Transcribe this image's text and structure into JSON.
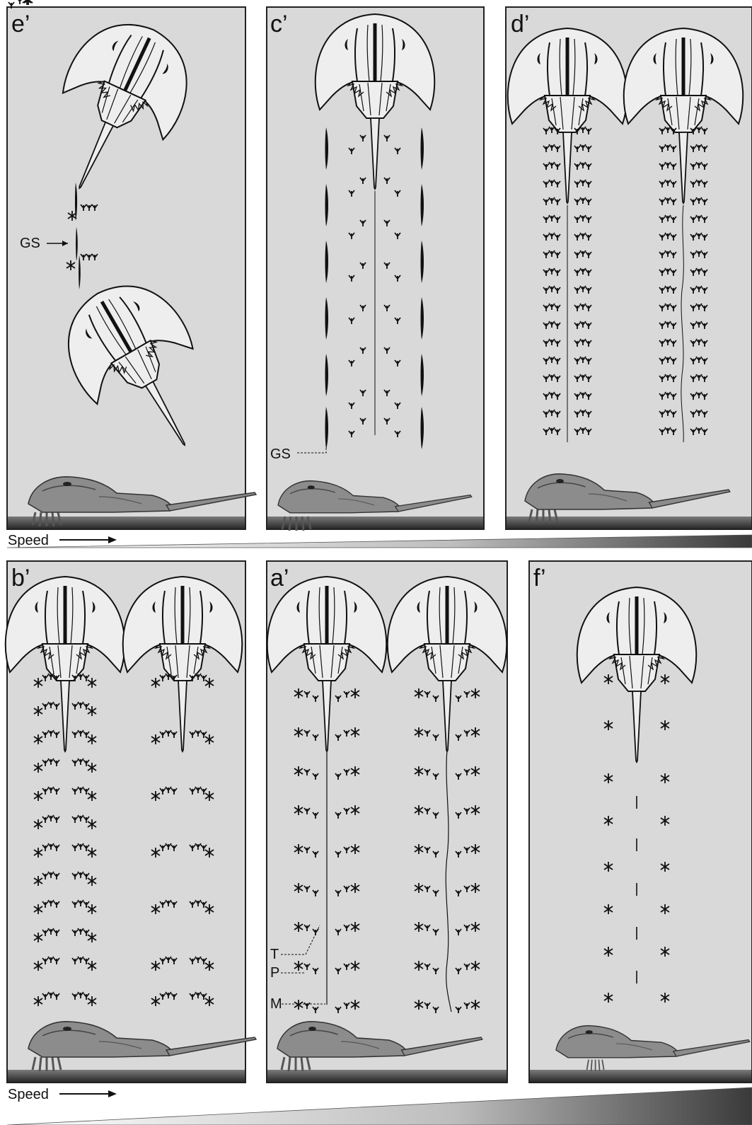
{
  "figure": {
    "speed_label": "Speed",
    "colors": {
      "panel_bg": "#d9d9d9",
      "panel_border": "#222222",
      "shell": "#eeeeee",
      "ink": "#111111",
      "crab_side": "#8c8c8c",
      "ground": "#3a3a3a"
    }
  },
  "panels": [
    {
      "id": "e",
      "label": "e’",
      "row": 1,
      "annotation": "GS",
      "pattern": "lateral-sequence"
    },
    {
      "id": "c",
      "label": "c’",
      "row": 1,
      "annotation": "GS",
      "pattern": "telson-drag"
    },
    {
      "id": "d",
      "label": "d’",
      "row": 1,
      "annotation": "",
      "pattern": "dense-cluster"
    },
    {
      "id": "b",
      "label": "b’",
      "row": 2,
      "annotation": "",
      "pattern": "sparse-cluster"
    },
    {
      "id": "a",
      "label": "a’",
      "row": 2,
      "annotation": "T P M",
      "pattern": "diagonal-series"
    },
    {
      "id": "f",
      "label": "f’",
      "row": 2,
      "annotation": "",
      "pattern": "paired-prints"
    }
  ],
  "annotations": {
    "gs": "GS",
    "t": "T",
    "p": "P",
    "m": "M"
  }
}
